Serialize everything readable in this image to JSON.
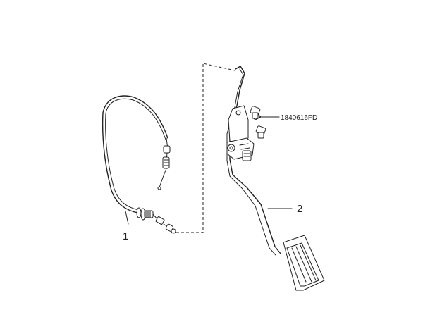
{
  "diagram": {
    "parts": [
      {
        "id": "cable",
        "label": "1"
      },
      {
        "id": "pedal",
        "label": "2"
      }
    ],
    "fastener_code": "1840616FD",
    "colors": {
      "ink": "#222222",
      "background": "#ffffff"
    }
  }
}
